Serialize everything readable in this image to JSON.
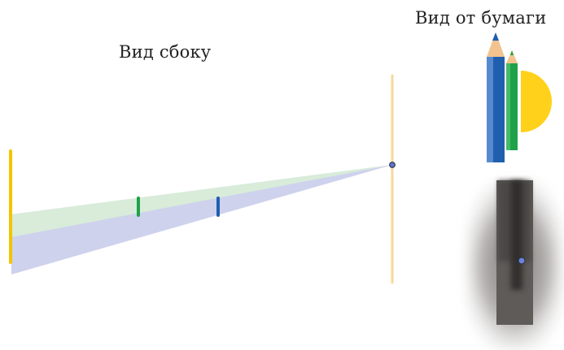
{
  "labels": {
    "side_view": "Вид сбоку",
    "paper_view": "Вид от бумаги"
  },
  "colors": {
    "sun": "#FFD11A",
    "screen_line": "#F6D99A",
    "blue_pencil": "#1F5FAE",
    "green_pencil": "#1FA14A",
    "pinhole": "#5B74C9",
    "yellow_bar": "#F3C400",
    "blue_beam": "#C9CDEB",
    "green_beam": "#D8EDD8",
    "shadow_box": "#5E5B58"
  },
  "icons": [
    "sun-shape",
    "blue-pencil-icon",
    "green-pencil-icon",
    "pinhole-dot"
  ]
}
